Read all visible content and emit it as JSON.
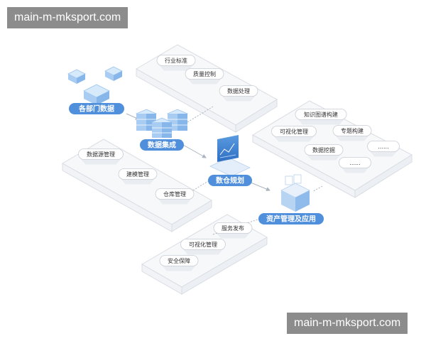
{
  "watermark": {
    "top": "main-m-mksport.com",
    "bottom": "main-m-mksport.com"
  },
  "colors": {
    "pill": "#4f8fdb",
    "pill_text": "#ffffff",
    "platform_stroke": "#d9dde3",
    "platform_fill": "#ffffff",
    "tag_fill": "#ffffff",
    "tag_stroke": "#c9ced6",
    "tag_text": "#333333",
    "arrow": "#aab4c0",
    "cube_top": "#cfe6fb",
    "cube_left": "#9fc6ef",
    "cube_right": "#7fb0e6"
  },
  "nodes": {
    "departments": "各部门数据",
    "integration": "数据集成",
    "warehouse": "数仓规划",
    "assets": "资产管理及应用"
  },
  "platforms": {
    "standards": [
      "行业标准",
      "质量控制",
      "数据处理"
    ],
    "knowledge": [
      "知识图谱构建",
      "可视化管理",
      "专题构建",
      "数据挖掘",
      "......",
      "......"
    ],
    "modeling": [
      "数据源管理",
      "建模管理",
      "仓库管理"
    ],
    "services": [
      "服务发布",
      "可视化管理",
      "安全保障"
    ]
  }
}
